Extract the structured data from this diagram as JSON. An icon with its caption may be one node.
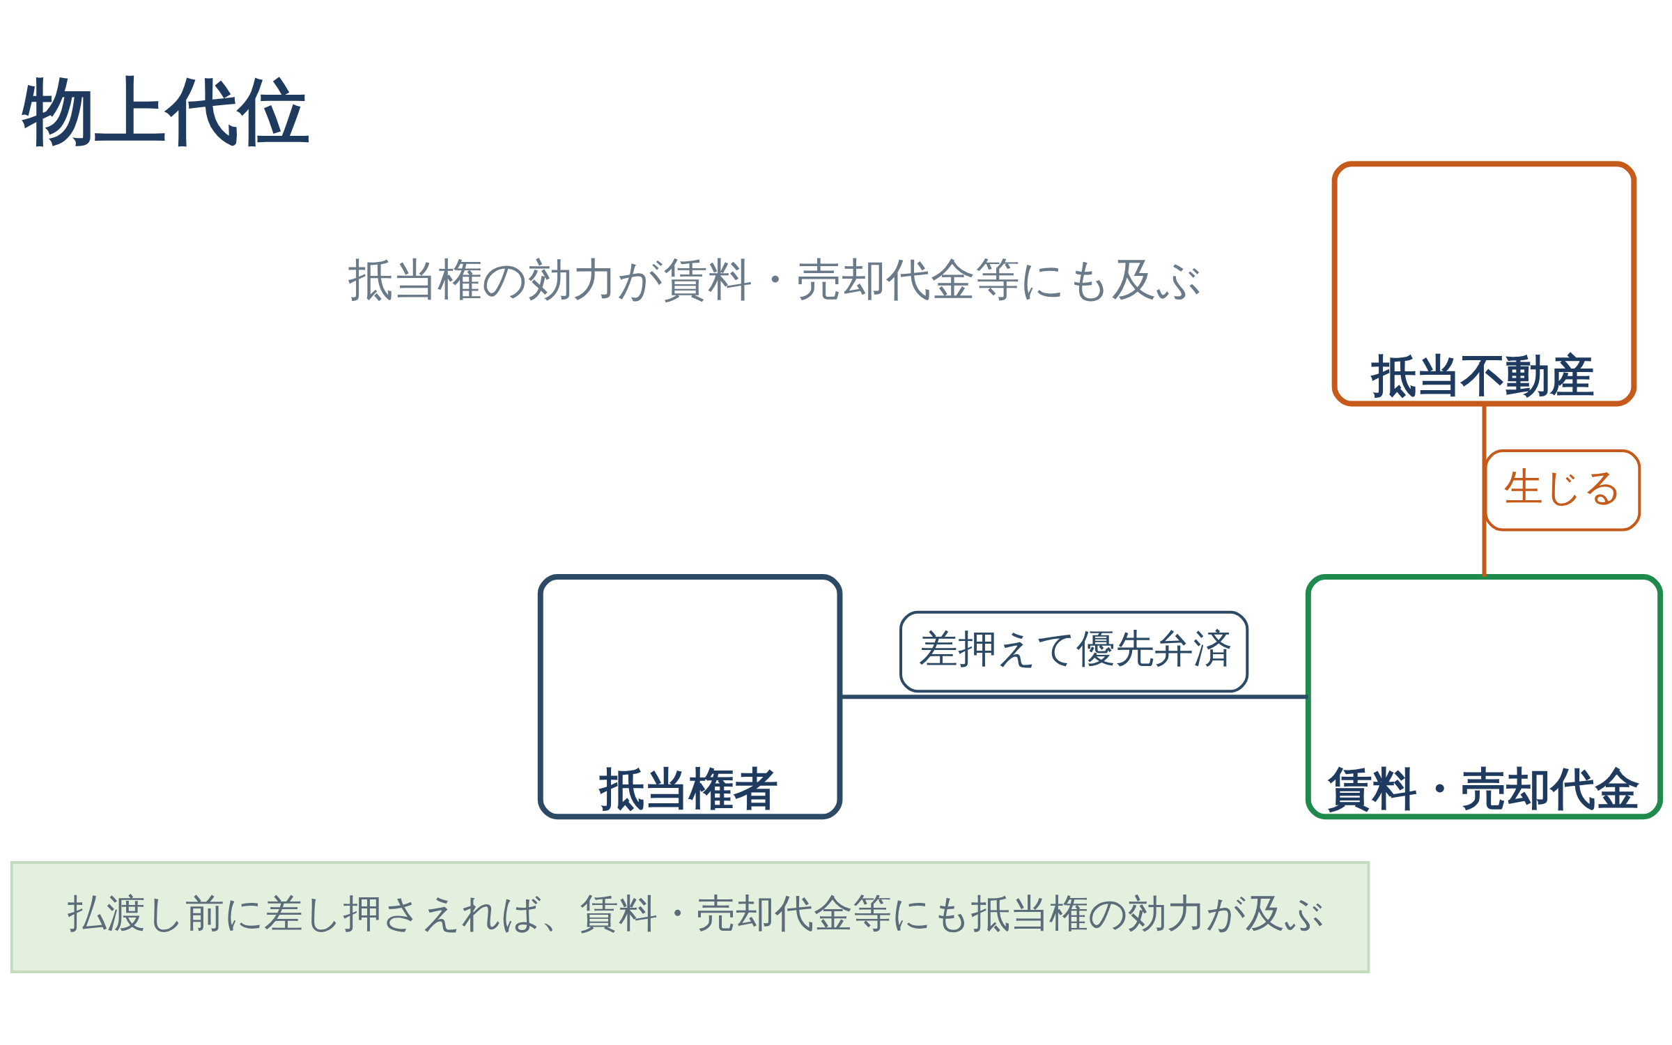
{
  "diagram": {
    "title": "物上代位",
    "nodes": [
      {
        "text": [
          "抵当不動産"
        ]
      },
      {
        "text": [
          "抵当権者"
        ]
      },
      {
        "text": [
          "賃料・売却代金"
        ]
      },
      {
        "text": [
          "払渡し前に差し押さえれば、賃料・売却代金等にも抵当権の効力が及ぶ"
        ]
      }
    ],
    "edges": [
      {
        "from": 0,
        "to": 2,
        "arrow": "none",
        "label": "生じる",
        "color": "#c55a1a"
      },
      {
        "from": 1,
        "to": 2,
        "arrow": "none",
        "label": "差押えて優先弁済",
        "color": "#2c4a66"
      }
    ],
    "labels": [
      "抵当権の効力が賃料・売却代金等にも及ぶ"
    ]
  }
}
